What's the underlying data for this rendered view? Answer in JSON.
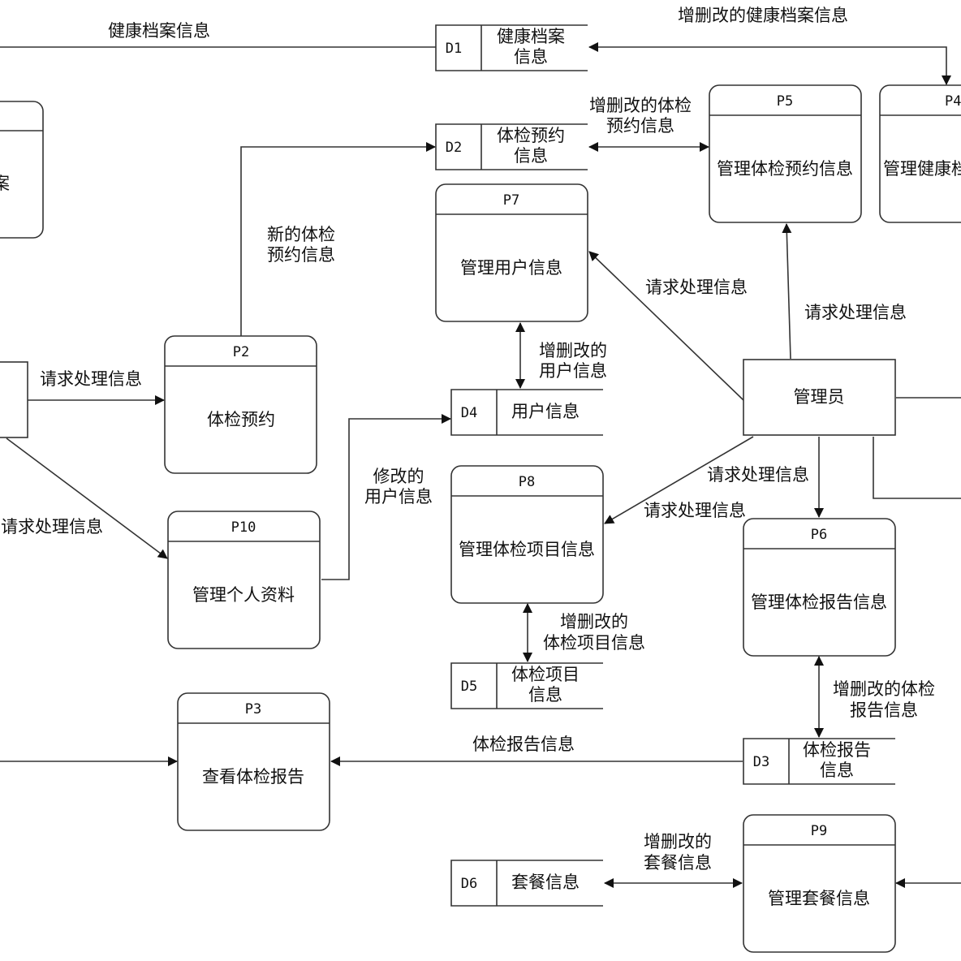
{
  "processes": [
    {
      "key": "p1",
      "id": "",
      "label": "档案"
    },
    {
      "key": "p2",
      "id": "P2",
      "label": "体检预约"
    },
    {
      "key": "p3",
      "id": "P3",
      "label": "查看体检报告"
    },
    {
      "key": "p4",
      "id": "P4",
      "label": "管理健康档案信息"
    },
    {
      "key": "p5",
      "id": "P5",
      "label": "管理体检预约信息"
    },
    {
      "key": "p6",
      "id": "P6",
      "label": "管理体检报告信息"
    },
    {
      "key": "p7",
      "id": "P7",
      "label": "管理用户信息"
    },
    {
      "key": "p8",
      "id": "P8",
      "label": "管理体检项目信息"
    },
    {
      "key": "p9",
      "id": "P9",
      "label": "管理套餐信息"
    },
    {
      "key": "p10",
      "id": "P10",
      "label": "管理个人资料"
    }
  ],
  "datastores": [
    {
      "key": "d1",
      "id": "D1",
      "lines": [
        "健康档案",
        "信息"
      ]
    },
    {
      "key": "d2",
      "id": "D2",
      "lines": [
        "体检预约",
        "信息"
      ]
    },
    {
      "key": "d3",
      "id": "D3",
      "lines": [
        "体检报告",
        "信息"
      ]
    },
    {
      "key": "d4",
      "id": "D4",
      "lines": [
        "用户信息"
      ]
    },
    {
      "key": "d5",
      "id": "D5",
      "lines": [
        "体检项目",
        "信息"
      ]
    },
    {
      "key": "d6",
      "id": "D6",
      "lines": [
        "套餐信息"
      ]
    }
  ],
  "entities": [
    {
      "key": "admin",
      "label": "管理员"
    }
  ],
  "flows": [
    {
      "key": "f_health_left",
      "lines": [
        "健康档案信息"
      ]
    },
    {
      "key": "f_health_crud",
      "lines": [
        "增删改的健康档案信息"
      ]
    },
    {
      "key": "f_appt_crud",
      "lines": [
        "增删改的体检",
        "预约信息"
      ]
    },
    {
      "key": "f_new_appt",
      "lines": [
        "新的体检",
        "预约信息"
      ]
    },
    {
      "key": "f_req_p7",
      "lines": [
        "请求处理信息"
      ]
    },
    {
      "key": "f_req_p5",
      "lines": [
        "请求处理信息"
      ]
    },
    {
      "key": "f_user_crud",
      "lines": [
        "增删改的",
        "用户信息"
      ]
    },
    {
      "key": "f_req_p2",
      "lines": [
        "请求处理信息"
      ]
    },
    {
      "key": "f_modify_user",
      "lines": [
        "修改的",
        "用户信息"
      ]
    },
    {
      "key": "f_req_p6",
      "lines": [
        "请求处理信息"
      ]
    },
    {
      "key": "f_req_p8",
      "lines": [
        "请求处理信息"
      ]
    },
    {
      "key": "f_req_p10",
      "lines": [
        "请求处理信息"
      ]
    },
    {
      "key": "f_item_crud",
      "lines": [
        "增删改的",
        "体检项目信息"
      ]
    },
    {
      "key": "f_report_crud",
      "lines": [
        "增删改的体检",
        "报告信息"
      ]
    },
    {
      "key": "f_report",
      "lines": [
        "体检报告信息"
      ]
    },
    {
      "key": "f_package_crud",
      "lines": [
        "增删改的",
        "套餐信息"
      ]
    }
  ]
}
